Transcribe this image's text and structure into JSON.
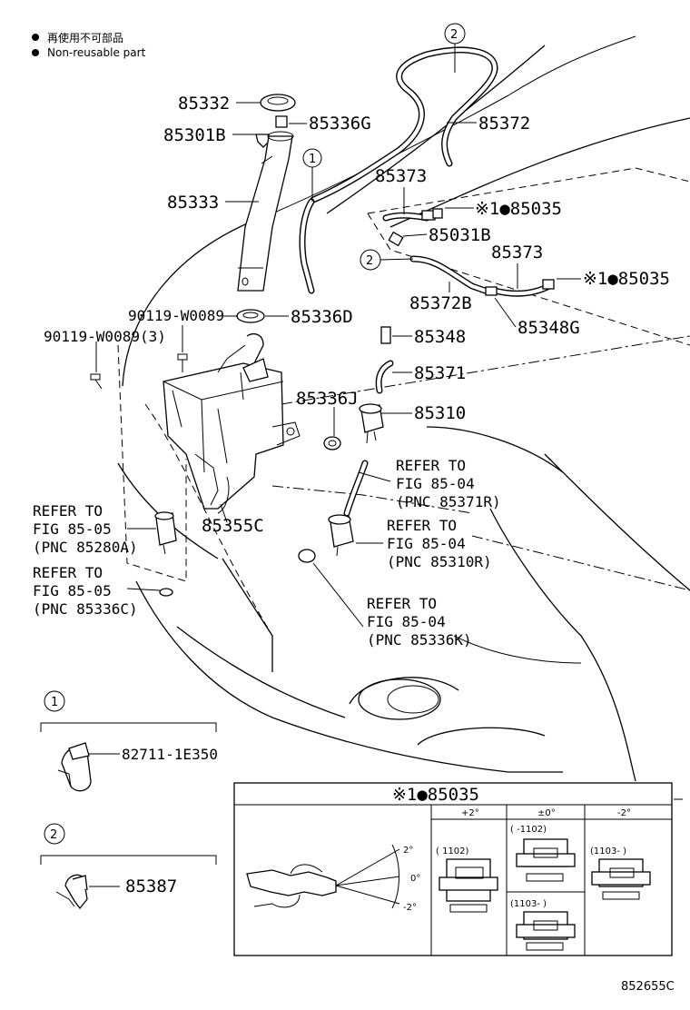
{
  "legend": {
    "non_reusable_ja": "再使用不可部品",
    "non_reusable_en": "Non-reusable part"
  },
  "parts": {
    "p85332": "85332",
    "p85301B": "85301B",
    "p85336G": "85336G",
    "p85372": "85372",
    "p85333": "85333",
    "p85373a": "85373",
    "p85035a": "※1●85035",
    "p85031B": "85031B",
    "p85373b": "85373",
    "p85035b": "※1●85035",
    "p85372B": "85372B",
    "p85348G": "85348G",
    "p90119a": "90119-W0089",
    "p85336D": "85336D",
    "p90119b": "90119-W0089(3)",
    "p85348": "85348",
    "p85371": "85371",
    "p85336J": "85336J",
    "p85310": "85310",
    "p85355C": "85355C",
    "p82711": "82711-1E350",
    "p85387": "85387"
  },
  "callouts": {
    "c1a": "1",
    "c2a": "2",
    "c2b": "2",
    "c1b": "1",
    "c2c": "2"
  },
  "refs": {
    "r1": [
      "REFER TO",
      "FIG 85-04",
      "(PNC 85371R)"
    ],
    "r2": [
      "REFER TO",
      "FIG 85-05",
      "(PNC 85280A)"
    ],
    "r3": [
      "REFER TO",
      "FIG 85-04",
      "(PNC 85310R)"
    ],
    "r4": [
      "REFER TO",
      "FIG 85-05",
      "(PNC 85336C)"
    ],
    "r5": [
      "REFER TO",
      "FIG 85-04",
      "(PNC 85336K)"
    ]
  },
  "detail": {
    "title": "※1●85035",
    "angle_up": "2°",
    "angle_mid": "0°",
    "angle_down": "-2°",
    "col_plus2": "+2°",
    "col_zero": "±0°",
    "col_minus2": "-2°",
    "code_plus2": "(     1102)",
    "code_zero": "(     -1102)",
    "code_minus2": "(1103-     )",
    "code_zero_b": "(1103-     )"
  },
  "figure_id": "852655C"
}
